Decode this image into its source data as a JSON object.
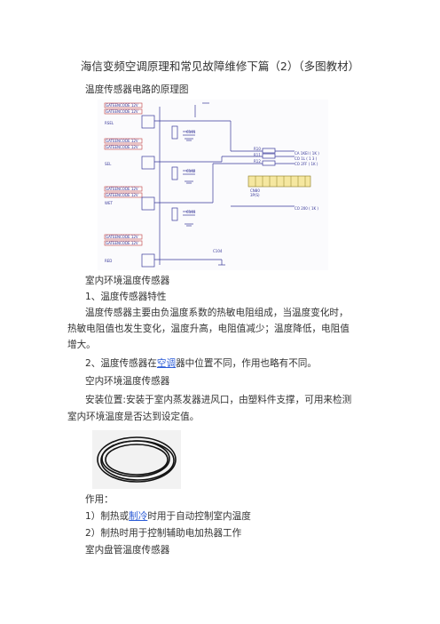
{
  "doc": {
    "title": "海信变频空调原理和常见故障维修下篇（2）（多图教材）",
    "section1_heading": "温度传感器电路的原理图",
    "schematic": {
      "labels": {
        "l1a": "GATEENCODE 12V",
        "l1b": "GATEENCODE 12V",
        "l2a": "GATEENCODE 12V",
        "l2b": "GATEENCODE 12V",
        "l3a": "GATEENCODE 12V",
        "l3b": "GATEENCODE 12V",
        "l4a": "GATEENCODE 12V",
        "l4b": "GATEENCODE 12V",
        "rsel": "RSEL",
        "sel": "SEL",
        "wet": "WET",
        "red": "RED",
        "c101": "C101",
        "c102": "C102",
        "c103": "C103",
        "c104": "C104",
        "r1": "R10",
        "r2": "R11",
        "r3": "R12",
        "out1": "CA 1KEI ( 1K )",
        "out2": "CO 1L ( 1 3 )",
        "out3": "CO 2FF ( 1K )",
        "out4": "CO 200 ( 1K )",
        "cn": "CN80",
        "cnsub": "3P(S)"
      }
    },
    "p1": "室内环境温度传感器",
    "p2": "1、温度传感器特性",
    "p3_line1": "温度传感器主要由负温度系数的热敏电阻组成，当温度变化时，",
    "p3_line2": "热敏电阻值也发生变化，温度升高，电阻值减少；温度降低，电阻值",
    "p3_line3": "增大。",
    "p4_pre": "2、温度传感器在",
    "p4_link": "空调",
    "p4_post": "器中位置不同，作用也略有不同。",
    "p5": "空内环境温度传感器",
    "p6_line1": "安装位置:安装于室内蒸发器进风口，由塑料件支撑，可用来检测",
    "p6_line2": "室内环境温度是否达到设定值。",
    "p7": "作用：",
    "p8_pre": "1）制热或",
    "p8_link": "制冷",
    "p8_post": "时用于自动控制室内温度",
    "p9": "2）制热时用于控制辅助电加热器工作",
    "p10": "室内盘管温度传感器"
  }
}
